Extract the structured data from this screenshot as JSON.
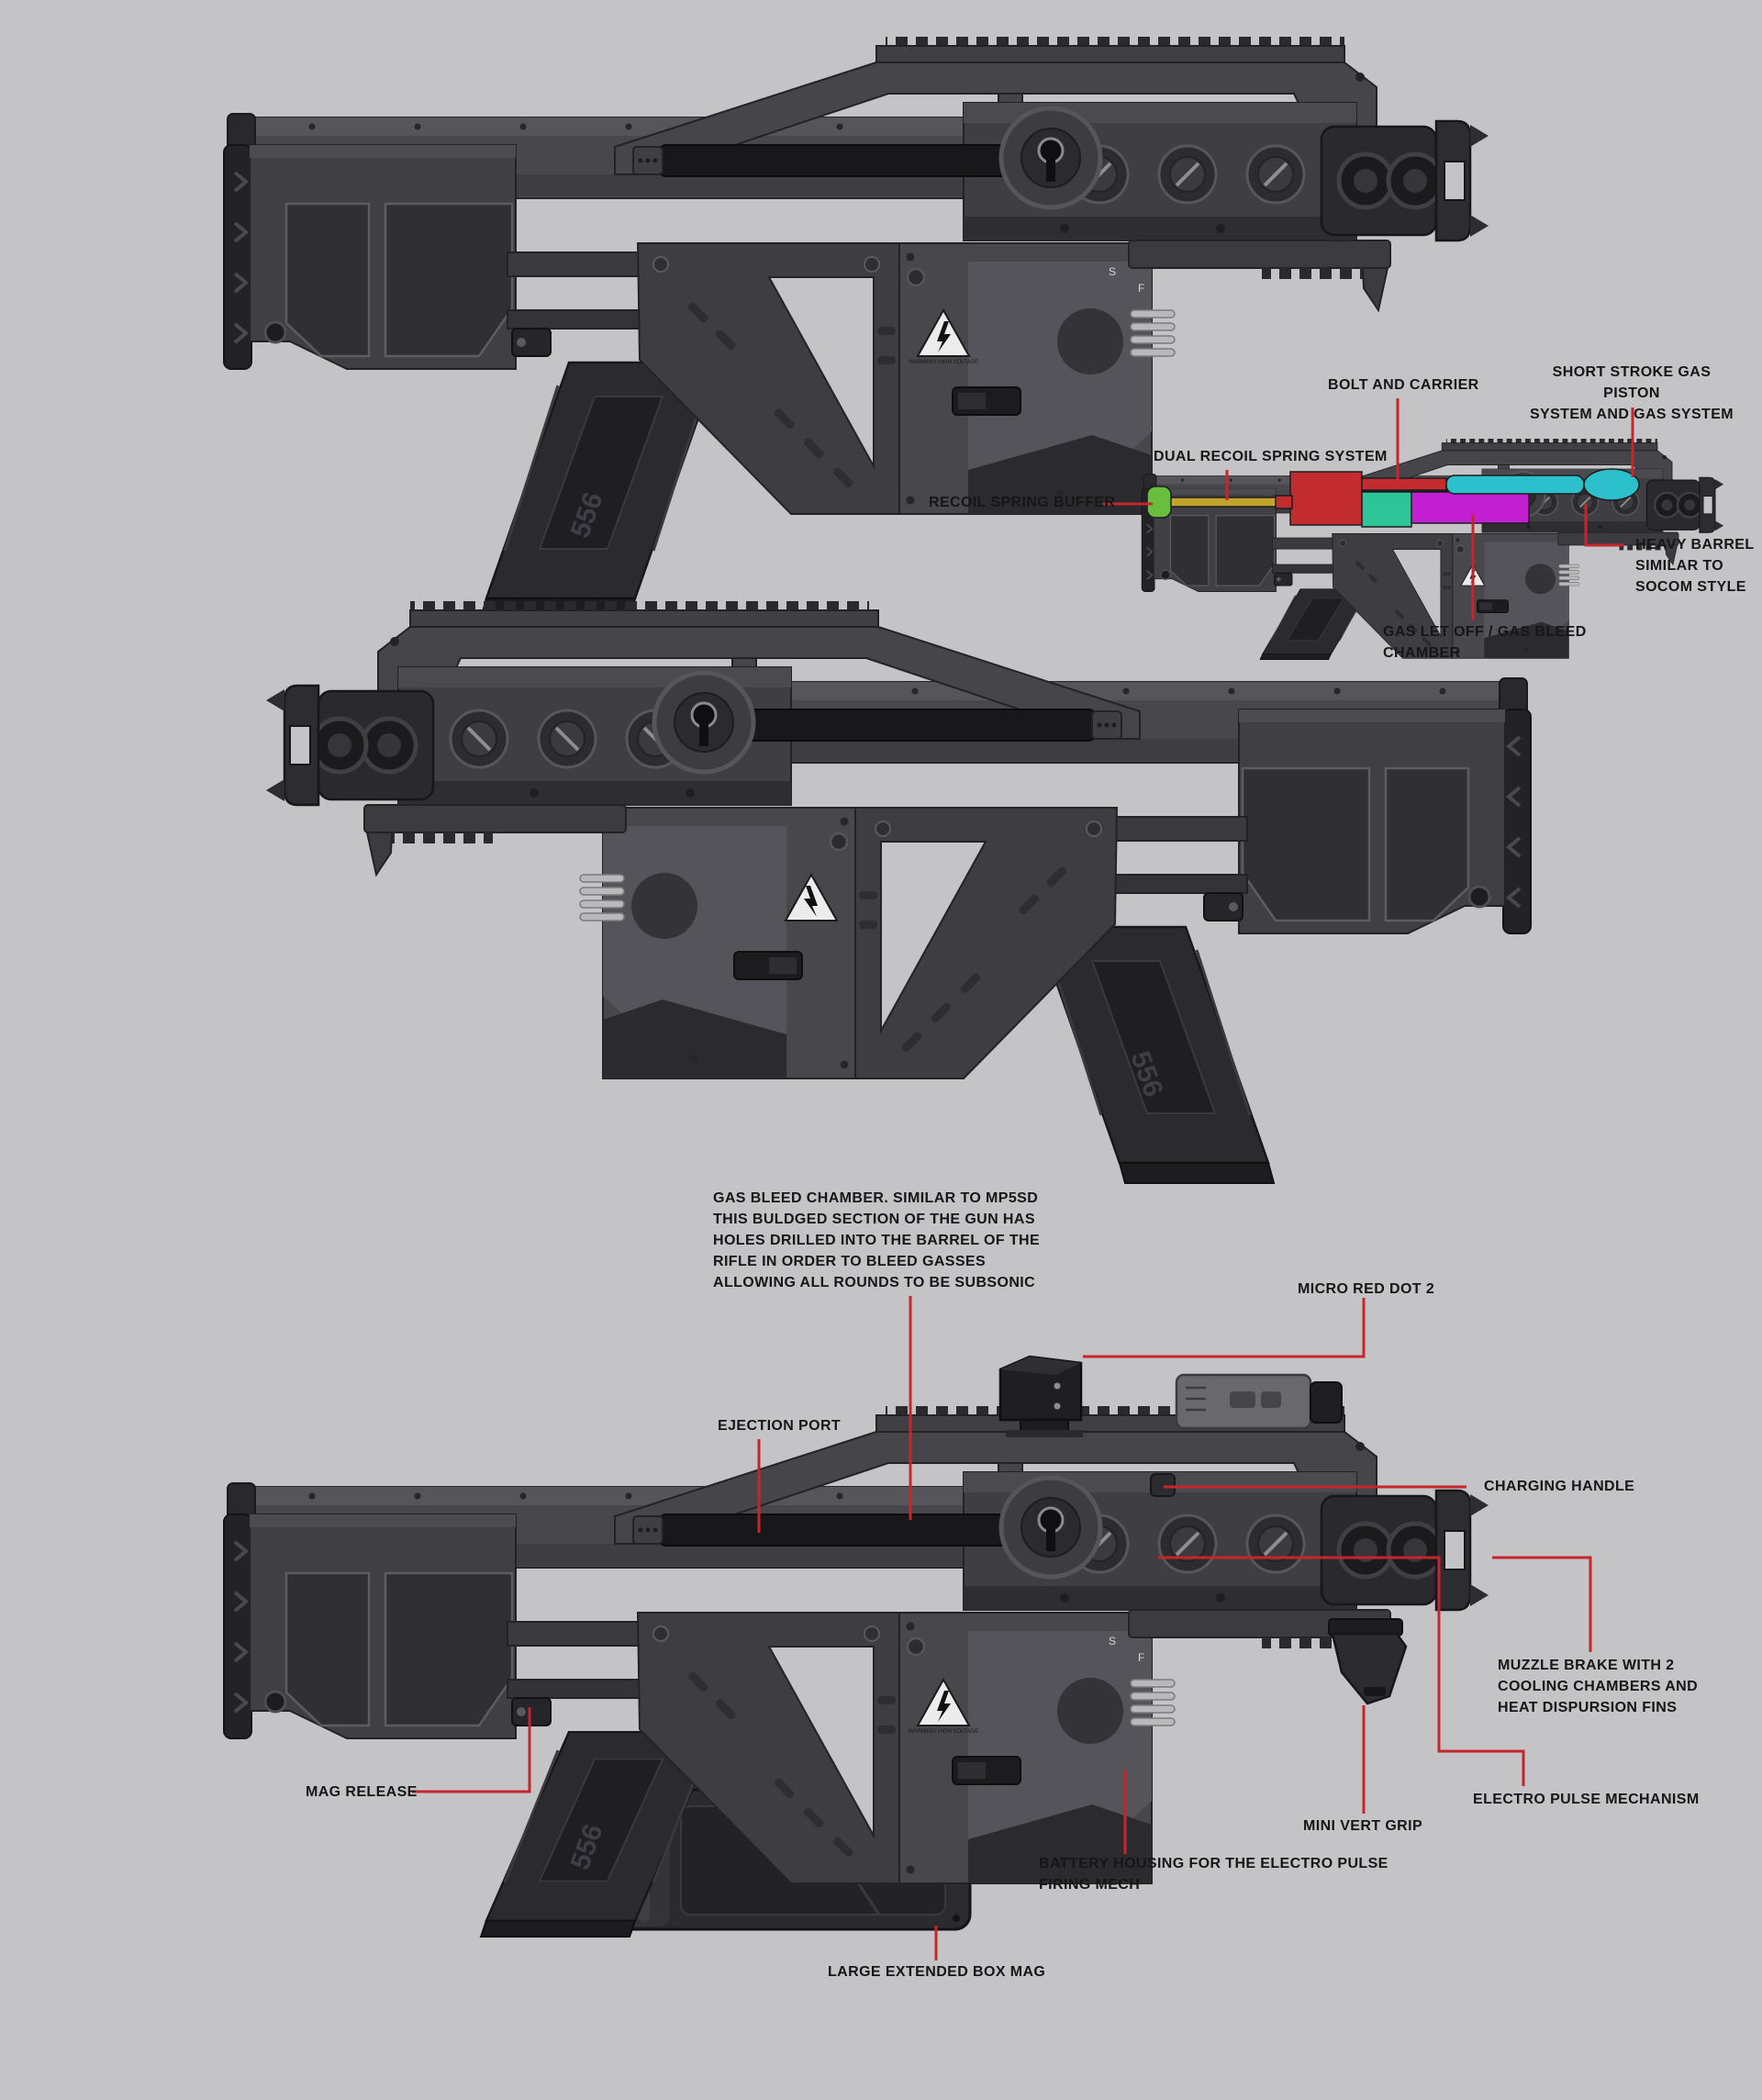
{
  "colors": {
    "background": "#c4c4c6",
    "leader": "#c5262b",
    "bolt_carrier": "#c32c2e",
    "gas_piston": "#2bc0cb",
    "recoil_springs": "#c2a42b",
    "spring_buffer": "#6abe3e",
    "bleed_chamber": "#2dc498",
    "heavy_barrel": "#c31fd2"
  },
  "callouts_cutaway": {
    "bolt_carrier": "BOLT AND CARRIER",
    "short_stroke": "SHORT STROKE GAS PISTON\nSYSTEM AND GAS SYSTEM",
    "dual_recoil": "DUAL RECOIL SPRING SYSTEM",
    "buffer": "RECOIL SPRING BUFFER",
    "heavy_barrel": "HEAVY BARREL\nSIMILAR TO\nSOCOM STYLE",
    "gas_let_off": "GAS LET OFF / GAS BLEED\nCHAMBER"
  },
  "callouts_main": {
    "gas_bleed": "GAS BLEED CHAMBER. SIMILAR TO MP5SD\nTHIS BULDGED SECTION OF THE GUN HAS\nHOLES DRILLED INTO THE BARREL OF THE\nRIFLE IN ORDER TO BLEED GASSES\nALLOWING ALL ROUNDS TO BE SUBSONIC",
    "micro_red_dot": "MICRO RED DOT 2",
    "ejection_port": "EJECTION PORT",
    "charging_handle": "CHARGING HANDLE",
    "muzzle_brake": "MUZZLE BRAKE WITH 2\nCOOLING CHAMBERS AND\nHEAT DISPURSION FINS",
    "electro_pulse": "ELECTRO PULSE MECHANISM",
    "mini_vert_grip": "MINI VERT GRIP",
    "mag_release": "MAG RELEASE",
    "battery_housing": "BATTERY HOUSING FOR THE ELECTRO PULSE\nFIRING MECH",
    "box_mag": "LARGE EXTENDED BOX MAG"
  },
  "markings": {
    "mag_caliber": "556",
    "selector_safe": "S",
    "selector_fire": "F",
    "decal_warning": "WARNING! HIGH VOLTAGE"
  }
}
